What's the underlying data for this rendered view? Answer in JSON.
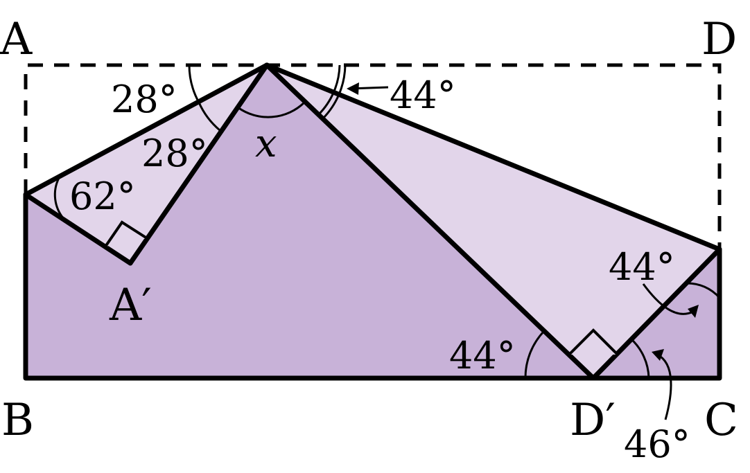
{
  "points": {
    "A": "A",
    "D": "D",
    "B": "B",
    "C": "C",
    "A_prime": "A′",
    "D_prime": "D′"
  },
  "angles": {
    "top_left": "28°",
    "fold_left": "28°",
    "left_corner": "62°",
    "top_right": "44°",
    "unknown": "x",
    "right_fold": "44°",
    "bottom_left_of_dprime": "44°",
    "bottom_right_of_dprime": "46°"
  },
  "colors": {
    "dark_fill": "#c8b2d8",
    "light_fill": "#e2d5ea",
    "stroke": "#000000"
  }
}
